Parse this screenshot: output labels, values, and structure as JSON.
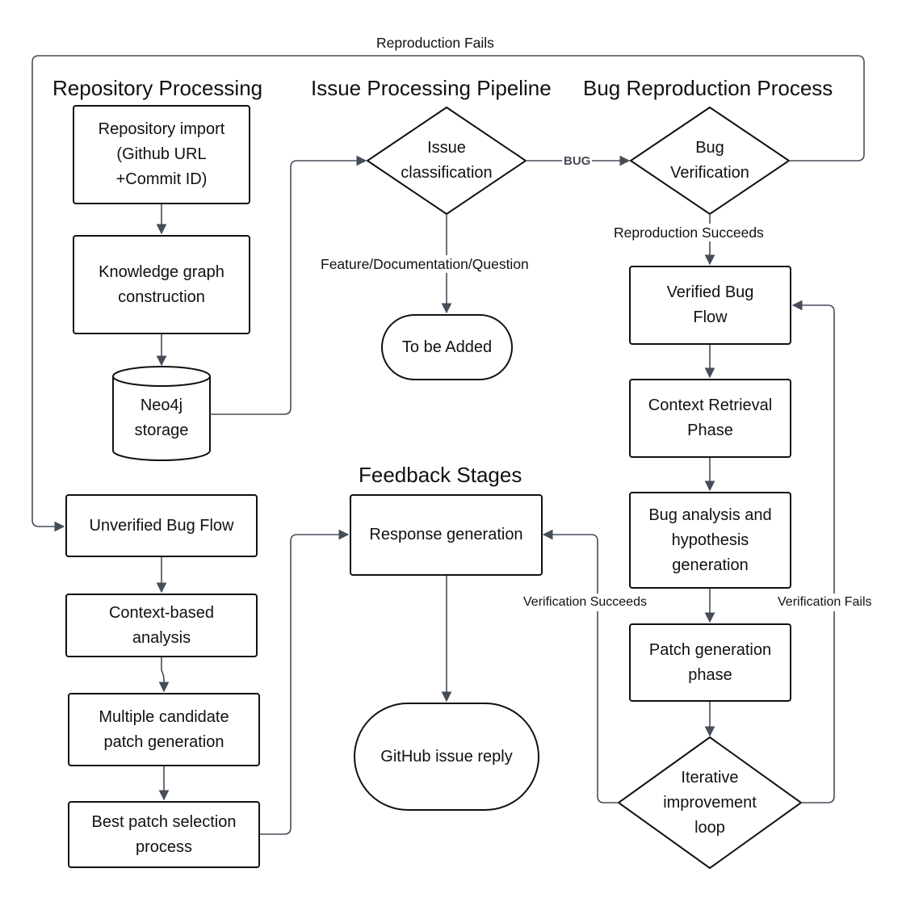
{
  "headings": {
    "repository_processing": "Repository Processing",
    "issue_processing": "Issue Processing Pipeline",
    "bug_reproduction": "Bug Reproduction Process",
    "feedback_stages": "Feedback Stages"
  },
  "nodes": {
    "repo_import": {
      "line1": "Repository import",
      "line2": "(Github URL",
      "line3": "+Commit ID)"
    },
    "knowledge_graph": {
      "line1": "Knowledge graph",
      "line2": "construction"
    },
    "neo4j": {
      "line1": "Neo4j",
      "line2": "storage"
    },
    "issue_classification": {
      "line1": "Issue",
      "line2": "classification"
    },
    "to_be_added": "To be Added",
    "bug_verification": {
      "line1": "Bug",
      "line2": "Verification"
    },
    "verified_bug_flow": {
      "line1": "Verified Bug",
      "line2": "Flow"
    },
    "context_retrieval": {
      "line1": "Context Retrieval",
      "line2": "Phase"
    },
    "bug_analysis": {
      "line1": "Bug analysis and",
      "line2": "hypothesis",
      "line3": "generation"
    },
    "patch_generation": {
      "line1": "Patch generation",
      "line2": "phase"
    },
    "iterative_loop": {
      "line1": "Iterative",
      "line2": "improvement",
      "line3": "loop"
    },
    "unverified_bug_flow": "Unverified Bug Flow",
    "context_analysis": {
      "line1": "Context-based",
      "line2": "analysis"
    },
    "multiple_patch": {
      "line1": "Multiple candidate",
      "line2": "patch generation"
    },
    "best_patch": {
      "line1": "Best patch selection",
      "line2": "process"
    },
    "response_generation": "Response generation",
    "github_reply": "GitHub issue reply"
  },
  "edge_labels": {
    "reproduction_fails": "Reproduction Fails",
    "bug": "BUG",
    "feature_doc_question": "Feature/Documentation/Question",
    "reproduction_succeeds": "Reproduction Succeeds",
    "verification_succeeds": "Verification Succeeds",
    "verification_fails": "Verification Fails"
  },
  "colors": {
    "connector": "#464d5a",
    "outline": "#111111",
    "background": "#ffffff"
  }
}
